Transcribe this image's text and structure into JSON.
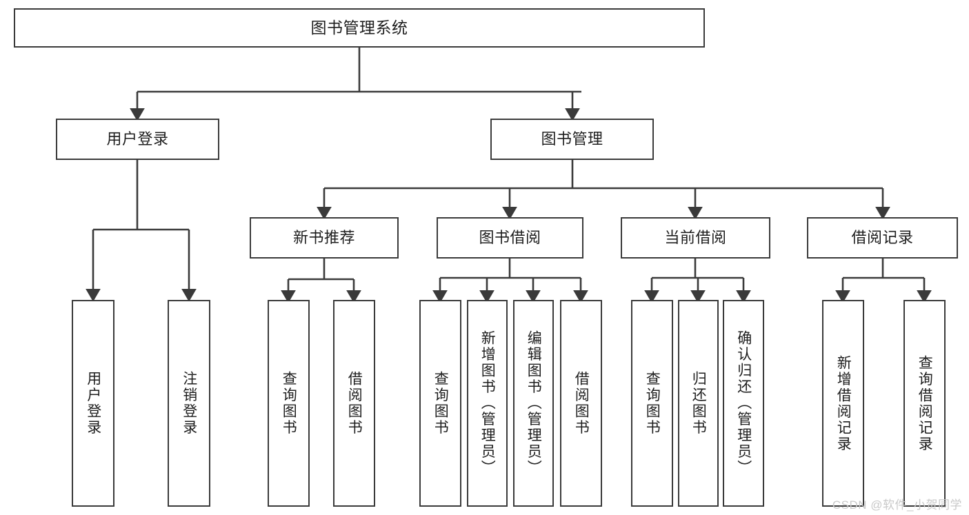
{
  "diagram": {
    "title": "图书管理系统",
    "watermark": "CSDN @软件_小贺同学",
    "line_color": "#3a3a3a",
    "box_fill": "#ffffff",
    "text_color": "#1d1d1d",
    "watermark_color": "#c9c9c9",
    "nodes": {
      "root": "图书管理系统",
      "level2": {
        "user_login": "用户登录",
        "book_manage": "图书管理"
      },
      "level3": {
        "new_book_rec": "新书推荐",
        "book_borrow": "图书借阅",
        "current_borrow": "当前借阅",
        "borrow_record": "借阅记录"
      },
      "leaves": {
        "user_login_1": "用户登录",
        "user_login_2": "注销登录",
        "new_book_rec_1": "查询图书",
        "new_book_rec_2": "借阅图书",
        "book_borrow_1": "查询图书",
        "book_borrow_2": "新增图书（管理员）",
        "book_borrow_3": "编辑图书（管理员）",
        "book_borrow_4": "借阅图书",
        "current_borrow_1": "查询图书",
        "current_borrow_2": "归还图书",
        "current_borrow_3": "确认归还（管理员）",
        "borrow_record_1": "新增借阅记录",
        "borrow_record_2": "查询借阅记录"
      }
    }
  }
}
